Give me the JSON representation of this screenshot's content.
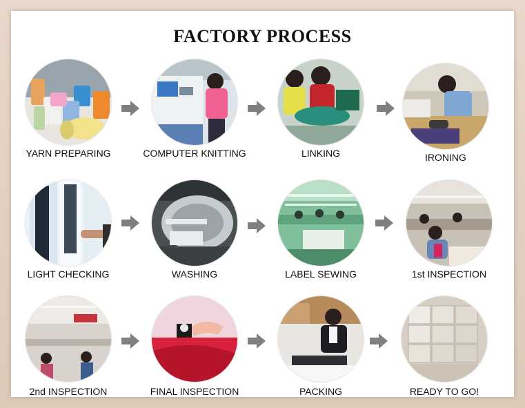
{
  "title": "FACTORY PROCESS",
  "colors": {
    "arrow": "#7f7f7f",
    "background": "#ffffff",
    "border": "#dccab9"
  },
  "steps": [
    {
      "label": "YARN PREPARING",
      "icon": "yarn-spools-photo"
    },
    {
      "label": "COMPUTER KNITTING",
      "icon": "knitting-machine-photo"
    },
    {
      "label": "LINKING",
      "icon": "linking-workers-photo"
    },
    {
      "label": "IRONING",
      "icon": "ironing-worker-photo"
    },
    {
      "label": "LIGHT CHECKING",
      "icon": "light-table-photo"
    },
    {
      "label": "WASHING",
      "icon": "washing-machine-photo"
    },
    {
      "label": "LABEL SEWING",
      "icon": "sewing-floor-photo"
    },
    {
      "label": "1st INSPECTION",
      "icon": "inspection-room-photo"
    },
    {
      "label": "2nd INSPECTION",
      "icon": "factory-floor-photo"
    },
    {
      "label": "FINAL INSPECTION",
      "icon": "magnifier-check-photo"
    },
    {
      "label": "PACKING",
      "icon": "packing-worker-photo"
    },
    {
      "label": "READY TO GO!",
      "icon": "carton-boxes-photo"
    }
  ]
}
